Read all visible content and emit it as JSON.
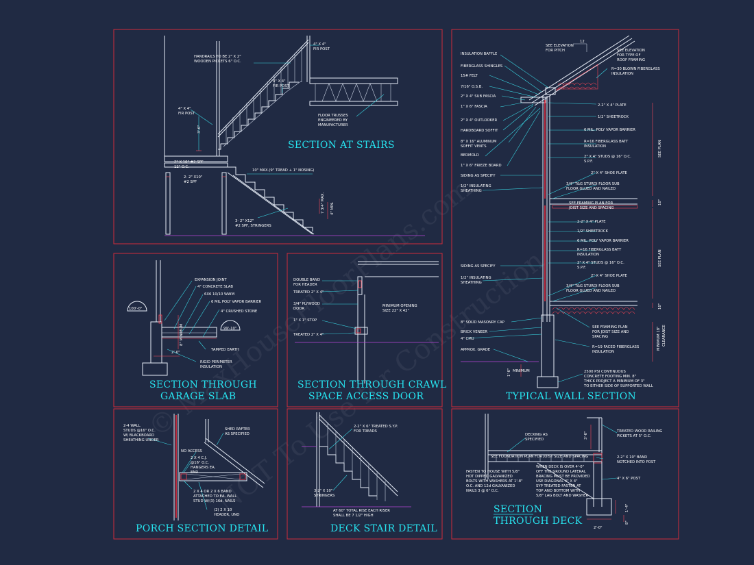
{
  "watermark": {
    "line1": "© MaxHouseFloorPlans.com",
    "line2": "NOT To Use for Construction"
  },
  "stairs": {
    "title": "SECTION AT STAIRS",
    "notes": [
      "HANDRAILS TO BE 2\" X 2\"",
      "WOODEN PICKETS 6\" O.C.",
      "4\" X 4\"",
      "FIR POST",
      "4\" X 4\"",
      "FIR POST",
      "4\" X 4\"",
      "FIR POST",
      "FLOOR TRUSSES",
      "ENGINEERED BY",
      "MANUFACTURER",
      "2\" X 10\" #2 SPF",
      "12\" O.C.",
      "2- 2\" X10\"",
      "#2 SPF",
      "10\" MAX.(9\" TREAD + 1\" NOSING)",
      "3- 2\" X12\"",
      "#2 SPF, STRINGERS",
      "3'-6\"",
      "7 3/4\" MAX.",
      "4\" MIN."
    ]
  },
  "garage": {
    "title_l1": "SECTION THROUGH",
    "title_l2": "GARAGE SLAB",
    "notes": [
      "EXPANSION JOINT",
      "4\" CONCRETE SLAB",
      "6X6 10/10 WWM",
      "6 MIL POLY VAPOR BARRIER",
      "4\" CRUSHED STONE",
      "100'-0\"",
      "99'-10\"",
      "8\" MINIMUM",
      "TAMPED EARTH",
      "2'-0\"",
      "RIGID PERIMETER",
      "INSULATION"
    ]
  },
  "crawl": {
    "title_l1": "SECTION THROUGH CRAWL",
    "title_l2": "SPACE ACCESS DOOR",
    "notes": [
      "DOUBLE BAND",
      "FOR HEADER",
      "TREATED 2\" X 4\"",
      "3/4\" PLYWOOD",
      "DOOR",
      "MINIMUM OPENING",
      "SIZE 22\" X 42\"",
      "1\" X 1\" STOP",
      "TREATED 2\" X 4\""
    ]
  },
  "wall": {
    "title": "TYPICAL WALL SECTION",
    "left_notes": [
      "INSULATION BAFFLE",
      "FIBERGLASS SHINGLES",
      "15# FELT",
      "7/16\" O.S.B.",
      "2\" X 4\" SUB FASCIA",
      "1\" X 6\" FASCIA",
      "2\" X 4\" OUTLOOKER",
      "HARDBOARD SOFFIT",
      "8\" X 16\" ALUMINUM",
      "SOFFIT VENTS",
      "BEDMOLD",
      "1\" X 6\" FRIEZE BOARD",
      "SIDING AS SPECIFY",
      "1/2\" INSULATING",
      "SHEATHING",
      "SIDING AS SPECIFY",
      "1/2\" INSULATING",
      "SHEATHING",
      "8\" SOLID MASONRY CAP",
      "BRICK VENEER",
      "4\" CMU",
      "APPROX. GRADE",
      "1'-0\"",
      "MINIMUM"
    ],
    "right_notes": [
      "SEE ELEVATION",
      "FOR PITCH",
      "12",
      "SEE ELEVATION",
      "FOR TYPE OF",
      "ROOF FRAMING",
      "R=30 BLOWN FIBERGLASS",
      "INSULATION",
      "2-2\" X 4\" PLATE",
      "1/2\" SHEETROCK",
      "6 MIL. POLY VAPOR BARRIER",
      "R=16 FIBERGLASS BATT",
      "INSULATION",
      "2\" X 4\" STUDS @ 16\" O.C.",
      "S.P.F.",
      "2\" X 4\" SHOE PLATE",
      "3/4\" T&G STURDI FLOOR SUB",
      "FLOOR GLUED AND NAILED",
      "SEE FRAMING PLAN FOR",
      "JOIST SIZE AND SPACING",
      "2-2\" X 4\" PLATE",
      "1/2\" SHEETROCK",
      "6 MIL. POLY VAPOR BARRIER",
      "R=16 FIBERGLASS BATT",
      "INSULATION",
      "2\" X 4\" STUDS @ 16\" O.C.",
      "S.P.F.",
      "2\" X 4\" SHOE PLATE",
      "3/4\" T&G STURDI FLOOR SUB",
      "FLOOR GLUED AND NAILED",
      "SEE FRAMING PLAN",
      "FOR JOIST SIZE AND",
      "SPACING",
      "R=19 FACED FIBERGLASS",
      "INSULATION",
      "2500 PSI CONTINUOUS",
      "CONCRETE FOOTING MIN. 8\"",
      "THICK PROJECT A MINIMUM OF 3\"",
      "TO EITHER SIDE OF SUPPORTED WALL"
    ],
    "dims": [
      "SEE PLAN",
      "10\"",
      "SEE PLAN",
      "10\"",
      "MINIMUM 18\"",
      "CLEARANCE"
    ]
  },
  "porch": {
    "title": "PORCH SECTION DETAIL",
    "notes": [
      "2-4 WALL",
      "STUDS @16\" O.C.",
      "W/ BLACKBOARD",
      "SHEATHING UNDER",
      "SHED RAFTER",
      "AS SPECIFIED",
      "NO ACCESS",
      "2 X 4 C.J.",
      "@16\" O.C.",
      "HANGERS EA.",
      "END",
      "2 X 4 OR 2 X 6 BAND",
      "ATTACHED TO EA. WALL",
      "STUD W/(3) 16d. NAILS",
      "(2) 2 X 10",
      "HEADER, UNO"
    ]
  },
  "deckstair": {
    "title": "DECK STAIR DETAIL",
    "notes": [
      "2-2\" X 6\" TREATED S.Y.P.",
      "FOR TREADS",
      "3-2\" X 10\"",
      "STRINGERS",
      "AT 60\" TOTAL RISE EACH RISER",
      "SHALL BE 7 1/2\" HIGH"
    ]
  },
  "deck": {
    "title_l1": "SECTION",
    "title_l2": "THROUGH DECK",
    "notes": [
      "TREATED WOOD RAILING",
      "PICKETS AT 5\" O.C.",
      "3'-0\"",
      "DECKING AS",
      "SPECIFIED",
      "SEE FOUNDATION PLAN FOR JOIST SIZE AND SPACING",
      "2-2\" X 10\" BAND",
      "NOTCHED INTO POST",
      "FASTEN TO HOUSE WITH 5/8\"",
      "HOT DIPPED GALVANIZED",
      "BOLTS WITH WASHERS AT 1'-8\"",
      "O.C. AND 12d GALVANIZED",
      "NAILS 3 @ 6\" O.C.",
      "WHEN DECK IS OVER 4'-0\"",
      "OFF THE GROUND LATERAL",
      "BRACING MUST BE PROVIDED",
      "USE DIAGONAL 4\" X 4\"",
      "SYP TREATED FASTEN AT",
      "TOP AND BOTTOM WITH",
      "5/8\" LAG BOLT AND WASHER",
      "4\" X 6\" POST",
      "1'-4\"",
      "8\"",
      "2'-0\""
    ]
  },
  "colors": {
    "background": "#202a43",
    "frame": "#d02c3b",
    "title": "#27e3ef",
    "leader": "#39d8e4"
  }
}
